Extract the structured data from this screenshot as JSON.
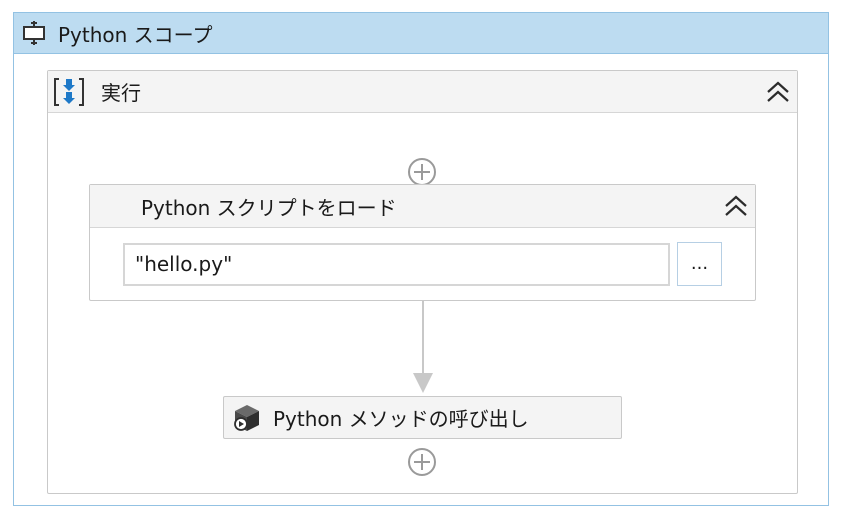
{
  "scope": {
    "title": "Python スコープ",
    "icon": "scope-icon"
  },
  "sequence": {
    "title": "実行",
    "icon": "sequence-icon",
    "collapse_icon": "double-chevron-up-icon"
  },
  "load_script": {
    "title": "Python スクリプトをロード",
    "file_value": "\"hello.py\"",
    "browse_label": "...",
    "collapse_icon": "double-chevron-up-icon"
  },
  "invoke_method": {
    "title": "Python メソッドの呼び出し",
    "icon": "python-method-icon"
  },
  "colors": {
    "scope_header_bg": "#bddcf1",
    "scope_border": "#93c2e3",
    "panel_header_bg": "#f4f4f4",
    "sequence_icon_blue": "#1e79c8",
    "connector": "#c8c8c8"
  }
}
